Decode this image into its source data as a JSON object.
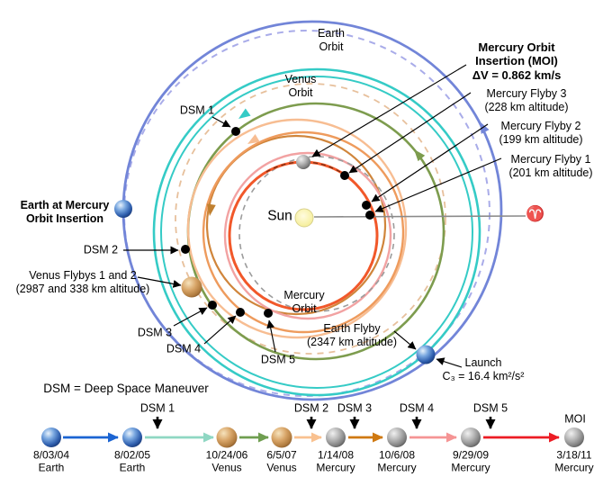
{
  "diagram": {
    "labels": {
      "earth_orbit": [
        "Earth",
        "Orbit"
      ],
      "venus_orbit": [
        "Venus",
        "Orbit"
      ],
      "mercury_orbit": [
        "Mercury",
        "Orbit"
      ],
      "moi": [
        "Mercury Orbit",
        "Insertion (MOI)",
        "ΔV = 0.862 km/s"
      ],
      "mercury_flyby3": [
        "Mercury Flyby 3",
        "(228 km altitude)"
      ],
      "mercury_flyby2": [
        "Mercury Flyby 2",
        "(199 km altitude)"
      ],
      "mercury_flyby1": [
        "Mercury Flyby 1",
        "(201 km altitude)"
      ],
      "earth_at_moi": [
        "Earth at Mercury",
        "Orbit Insertion"
      ],
      "venus_flybys": [
        "Venus Flybys 1 and 2",
        "(2987 and 338 km altitude)"
      ],
      "earth_flyby": [
        "Earth Flyby",
        "(2347 km altitude)"
      ],
      "launch": [
        "Launch",
        "C₃ = 16.4 km²/s²"
      ],
      "dsm1": "DSM 1",
      "dsm2": "DSM 2",
      "dsm3": "DSM 3",
      "dsm4": "DSM 4",
      "dsm5": "DSM 5",
      "sun": "Sun",
      "vernal_equinox": "♈",
      "dsm_note": "DSM = Deep Space Maneuver"
    }
  },
  "timeline": {
    "maneuvers": [
      "DSM 1",
      "DSM 2",
      "DSM 3",
      "DSM 4",
      "DSM 5"
    ],
    "moi": "MOI",
    "stops": [
      {
        "date": "8/03/04",
        "body": "Earth"
      },
      {
        "date": "8/02/05",
        "body": "Earth"
      },
      {
        "date": "10/24/06",
        "body": "Venus"
      },
      {
        "date": "6/5/07",
        "body": "Venus"
      },
      {
        "date": "1/14/08",
        "body": "Mercury"
      },
      {
        "date": "10/6/08",
        "body": "Mercury"
      },
      {
        "date": "9/29/09",
        "body": "Mercury"
      },
      {
        "date": "3/18/11",
        "body": "Mercury"
      }
    ]
  },
  "colors": {
    "earth_trajectory_blue": "#7285d8",
    "earth_orbit_dashed": "#a9ace9",
    "venus_orbit_dashed": "#e7c09c",
    "cyan_transfer": "#35cbc6",
    "green_transfer": "#7d9c4e",
    "peach_loop": "#f7bd92",
    "orange_loop": "#ee9b5d",
    "brown_loop": "#d0853b",
    "pink_loop": "#f2a2a2",
    "mercury_orbit_dashed": "#9c9c9c",
    "final_orbit_red": "#f1582a",
    "timeline_launch_blue": "#1b64d2",
    "timeline_seafoam": "#8fd7c3",
    "timeline_green": "#6f9e50",
    "timeline_peach": "#f9c190",
    "timeline_dark_orange": "#cf7911",
    "timeline_pink": "#f59494",
    "timeline_red": "#ec1c24",
    "sun_fill": "#f7f0a2"
  }
}
